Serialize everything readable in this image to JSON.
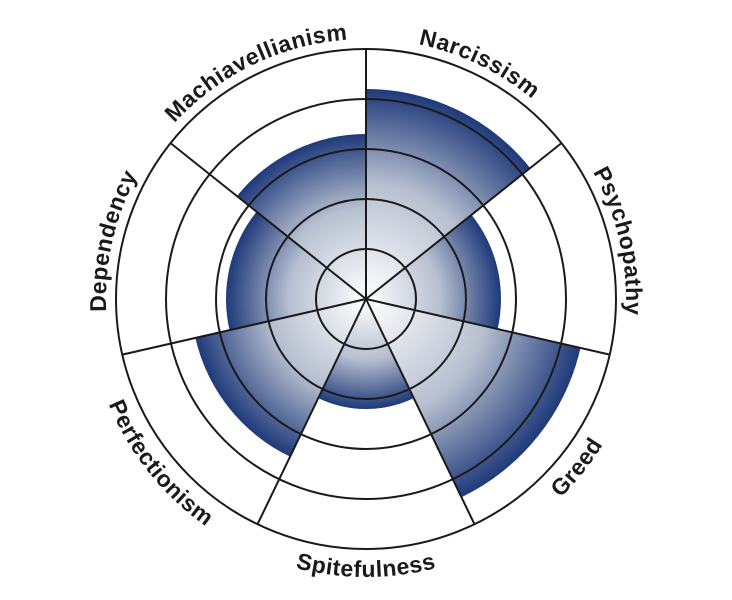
{
  "chart_data": {
    "type": "polar-area",
    "title": "",
    "categories": [
      "Narcissism",
      "Psychopathy",
      "Greed",
      "Spitefulness",
      "Perfectionism",
      "Dependency",
      "Machiavellianism"
    ],
    "values": [
      4.2,
      2.7,
      4.4,
      2.2,
      3.5,
      2.8,
      3.3
    ],
    "rlim": [
      0,
      5
    ],
    "rings": [
      1,
      2,
      3,
      4,
      5
    ],
    "grid": true,
    "colors": {
      "center": "#ffffff",
      "edge": "#1f3a7a",
      "stroke": "#1a1a1a"
    }
  }
}
